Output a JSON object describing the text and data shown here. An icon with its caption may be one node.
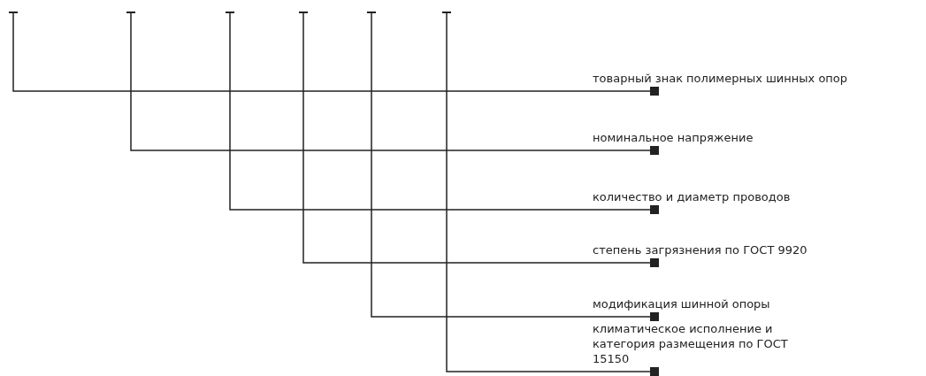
{
  "diagram": {
    "nodes": [
      {
        "text": [],
        "shape": "bar"
      },
      {
        "text": [],
        "shape": "bar"
      },
      {
        "text": [],
        "shape": "bar"
      },
      {
        "text": [],
        "shape": "bar"
      },
      {
        "text": [],
        "shape": "bar"
      },
      {
        "text": [],
        "shape": "bar"
      },
      {
        "text": [
          "товарный знак полимерных шинных опор"
        ]
      },
      {
        "text": [
          "номинальное напряжение"
        ]
      },
      {
        "text": [
          "количество и диаметр проводов"
        ]
      },
      {
        "text": [
          "степень загрязнения по ГОСТ 9920"
        ]
      },
      {
        "text": [
          "модификация шинной опоры"
        ]
      },
      {
        "text": [
          "климатическое исполнение и категория размещения по ГОСТ 15150"
        ]
      }
    ],
    "edges": [
      {
        "from": 0,
        "to": 6,
        "arrow": "other"
      },
      {
        "from": 1,
        "to": 7,
        "arrow": "other"
      },
      {
        "from": 2,
        "to": 8,
        "arrow": "other"
      },
      {
        "from": 3,
        "to": 9,
        "arrow": "other"
      },
      {
        "from": 4,
        "to": 10,
        "arrow": "other"
      },
      {
        "from": 5,
        "to": 11,
        "arrow": "other"
      }
    ]
  }
}
